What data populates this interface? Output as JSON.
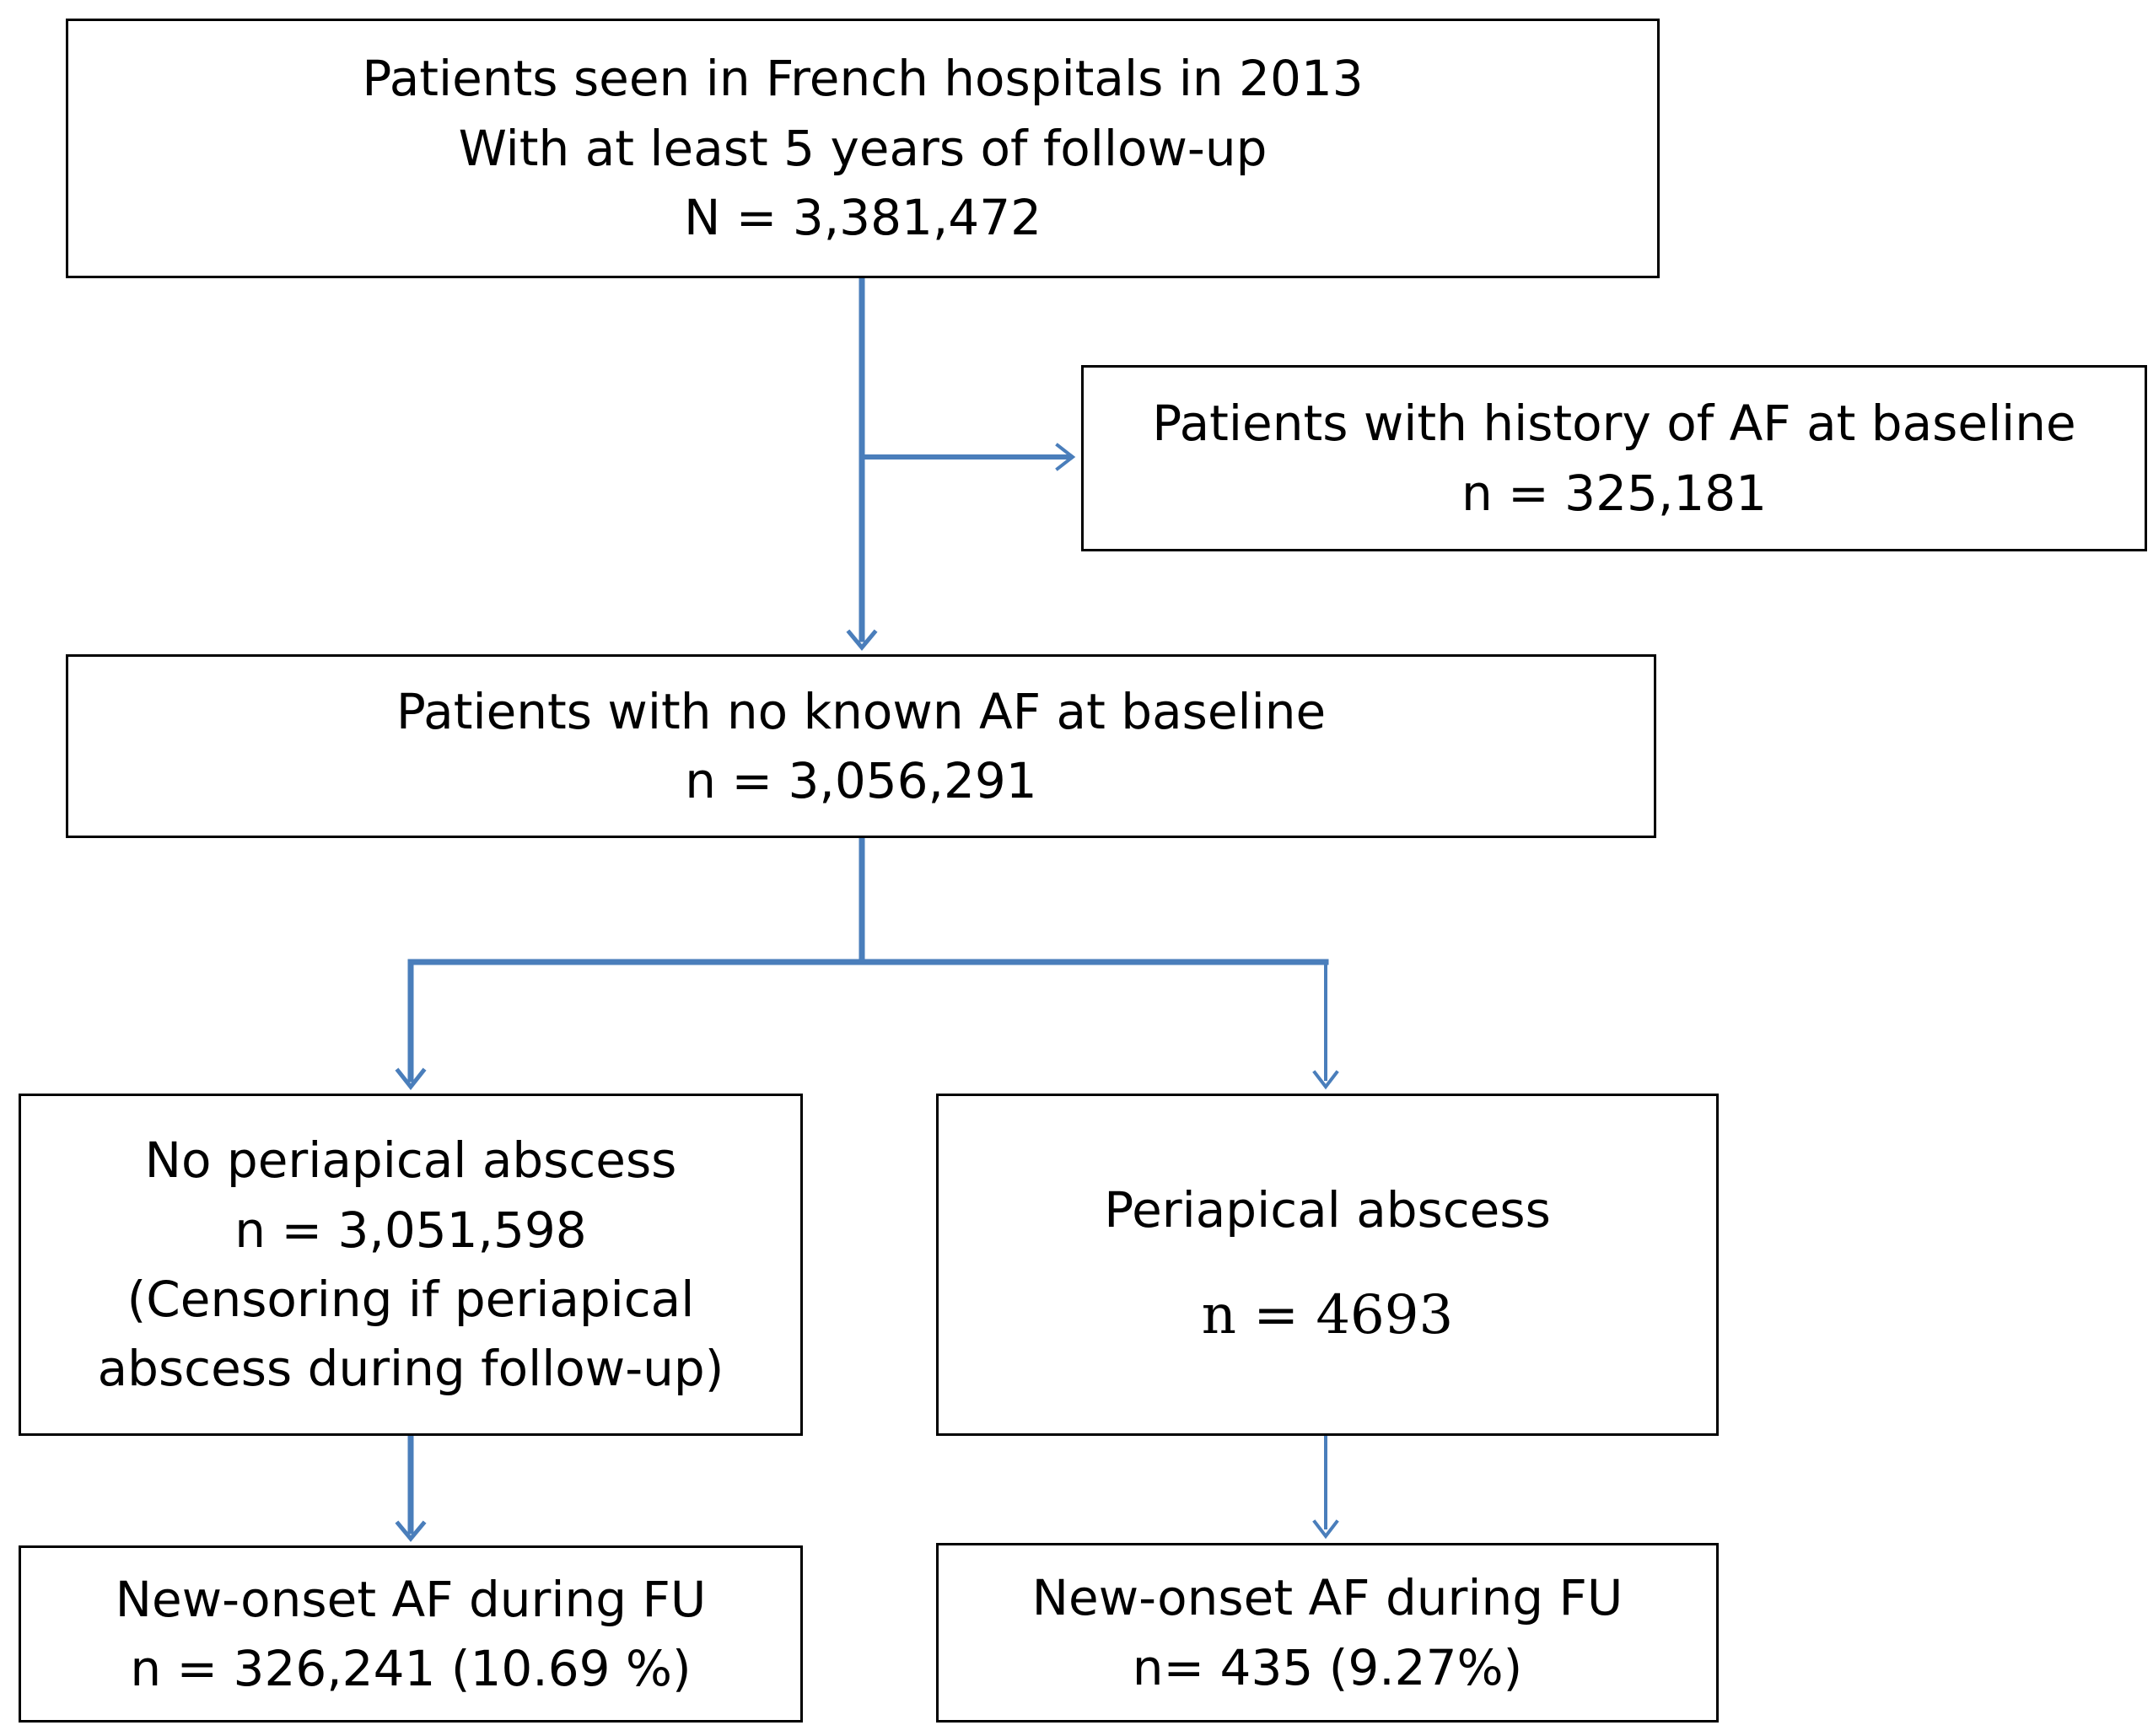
{
  "colors": {
    "connector": "#4a7ebb",
    "box_border": "#000000",
    "text": "#000000",
    "background": "#ffffff"
  },
  "boxes": {
    "start": {
      "line1": "Patients seen in French hospitals in 2013",
      "line2": "With at least 5 years of follow-up",
      "count": "N = 3,381,472"
    },
    "excluded": {
      "line1": "Patients with history of AF at baseline",
      "count": "n = 325,181"
    },
    "no_af": {
      "line1": "Patients with no known AF at baseline",
      "count": "n = 3,056,291"
    },
    "no_abscess": {
      "line1": "No periapical abscess",
      "count": "n = 3,051,598",
      "note1": "(Censoring if periapical",
      "note2": "abscess during follow-up)"
    },
    "abscess": {
      "line1": "Periapical abscess",
      "count": "n = 4693"
    },
    "outcome_left": {
      "line1": "New-onset AF during FU",
      "count": "n = 326,241 (10.69 %)"
    },
    "outcome_right": {
      "line1": "New-onset AF during FU",
      "count": "n= 435 (9.27%)"
    }
  }
}
